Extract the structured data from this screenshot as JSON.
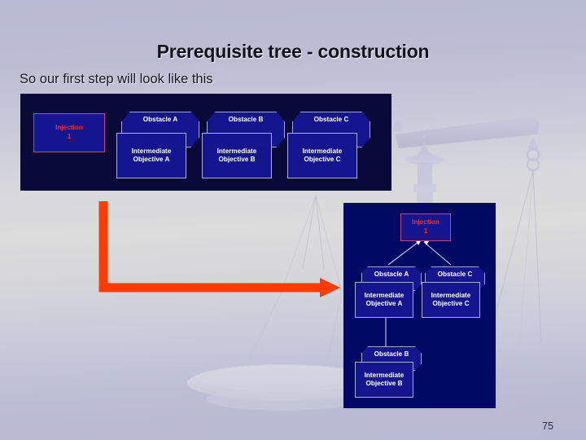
{
  "slide": {
    "title": "Prerequisite tree - construction",
    "subtitle": "So our first step will look like this",
    "page_number": "75",
    "background_art": "balance-scale-silhouette",
    "colors": {
      "background_top": "#b9bad3",
      "background_mid": "#dcdcdc",
      "panel_top_bg": "#0a0a3a",
      "panel_bottom_bg": "#000a64",
      "node_fill": "#14158f",
      "node_border": "#a9aee0",
      "injection_border": "#c04a7a",
      "injection_text": "#ff2626",
      "arrow": "#ff3c00"
    }
  },
  "top_diagram": {
    "label": "first-step-row-of-unlinked-nodes",
    "injection": {
      "line1": "Injection",
      "line2": "1"
    },
    "groups": [
      {
        "obstacle": "Obstacle A",
        "objective_line1": "Intermediate",
        "objective_line2": "Objective A"
      },
      {
        "obstacle": "Obstacle B",
        "objective_line1": "Intermediate",
        "objective_line2": "Objective B"
      },
      {
        "obstacle": "Obstacle C",
        "objective_line1": "Intermediate",
        "objective_line2": "Objective C"
      }
    ]
  },
  "bottom_diagram": {
    "label": "assembled-prerequisite-tree",
    "injection": {
      "line1": "Injection",
      "line2": "1"
    },
    "groups": [
      {
        "obstacle": "Obstacle A",
        "objective_line1": "Intermediate",
        "objective_line2": "Objective A"
      },
      {
        "obstacle": "Obstacle C",
        "objective_line1": "Intermediate",
        "objective_line2": "Objective C"
      },
      {
        "obstacle": "Obstacle B",
        "objective_line1": "Intermediate",
        "objective_line2": "Objective B"
      }
    ],
    "connections": [
      {
        "from": "Obstacle A",
        "to": "Injection 1",
        "arrow": true
      },
      {
        "from": "Obstacle C",
        "to": "Injection 1",
        "arrow": true
      },
      {
        "from": "Obstacle B",
        "to": "Intermediate Objective A",
        "arrow": false
      }
    ]
  },
  "arrow": {
    "name": "transform-elbow-arrow",
    "direction": "down-then-right"
  }
}
